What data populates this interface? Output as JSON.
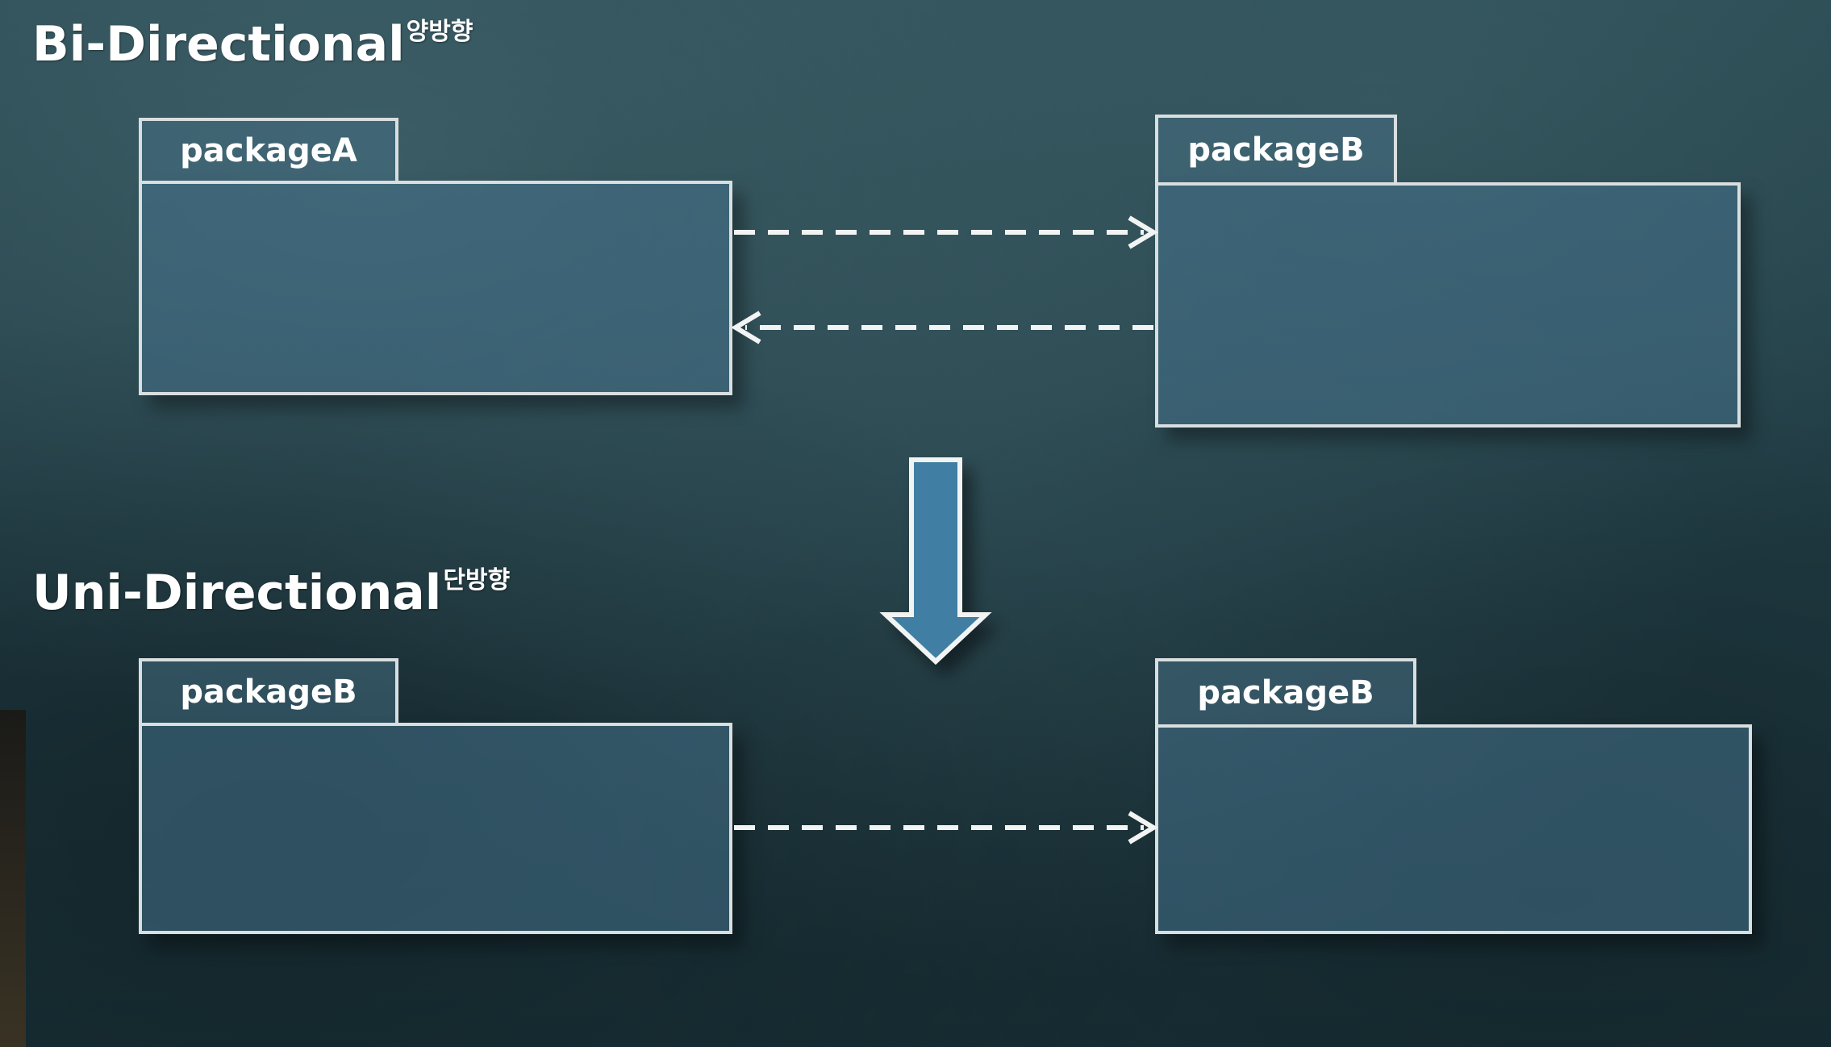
{
  "bi_directional": {
    "title": "Bi-Directional",
    "subtitle": "양방향",
    "left_package": "packageA",
    "right_package": "packageB"
  },
  "uni_directional": {
    "title": "Uni-Directional",
    "subtitle": "단방향",
    "left_package": "packageB",
    "right_package": "packageB"
  },
  "colors": {
    "background": "#203b43",
    "package_border": "#d9dee0",
    "package_fill": "#46738c",
    "transition_arrow": "#3f7fa3"
  }
}
